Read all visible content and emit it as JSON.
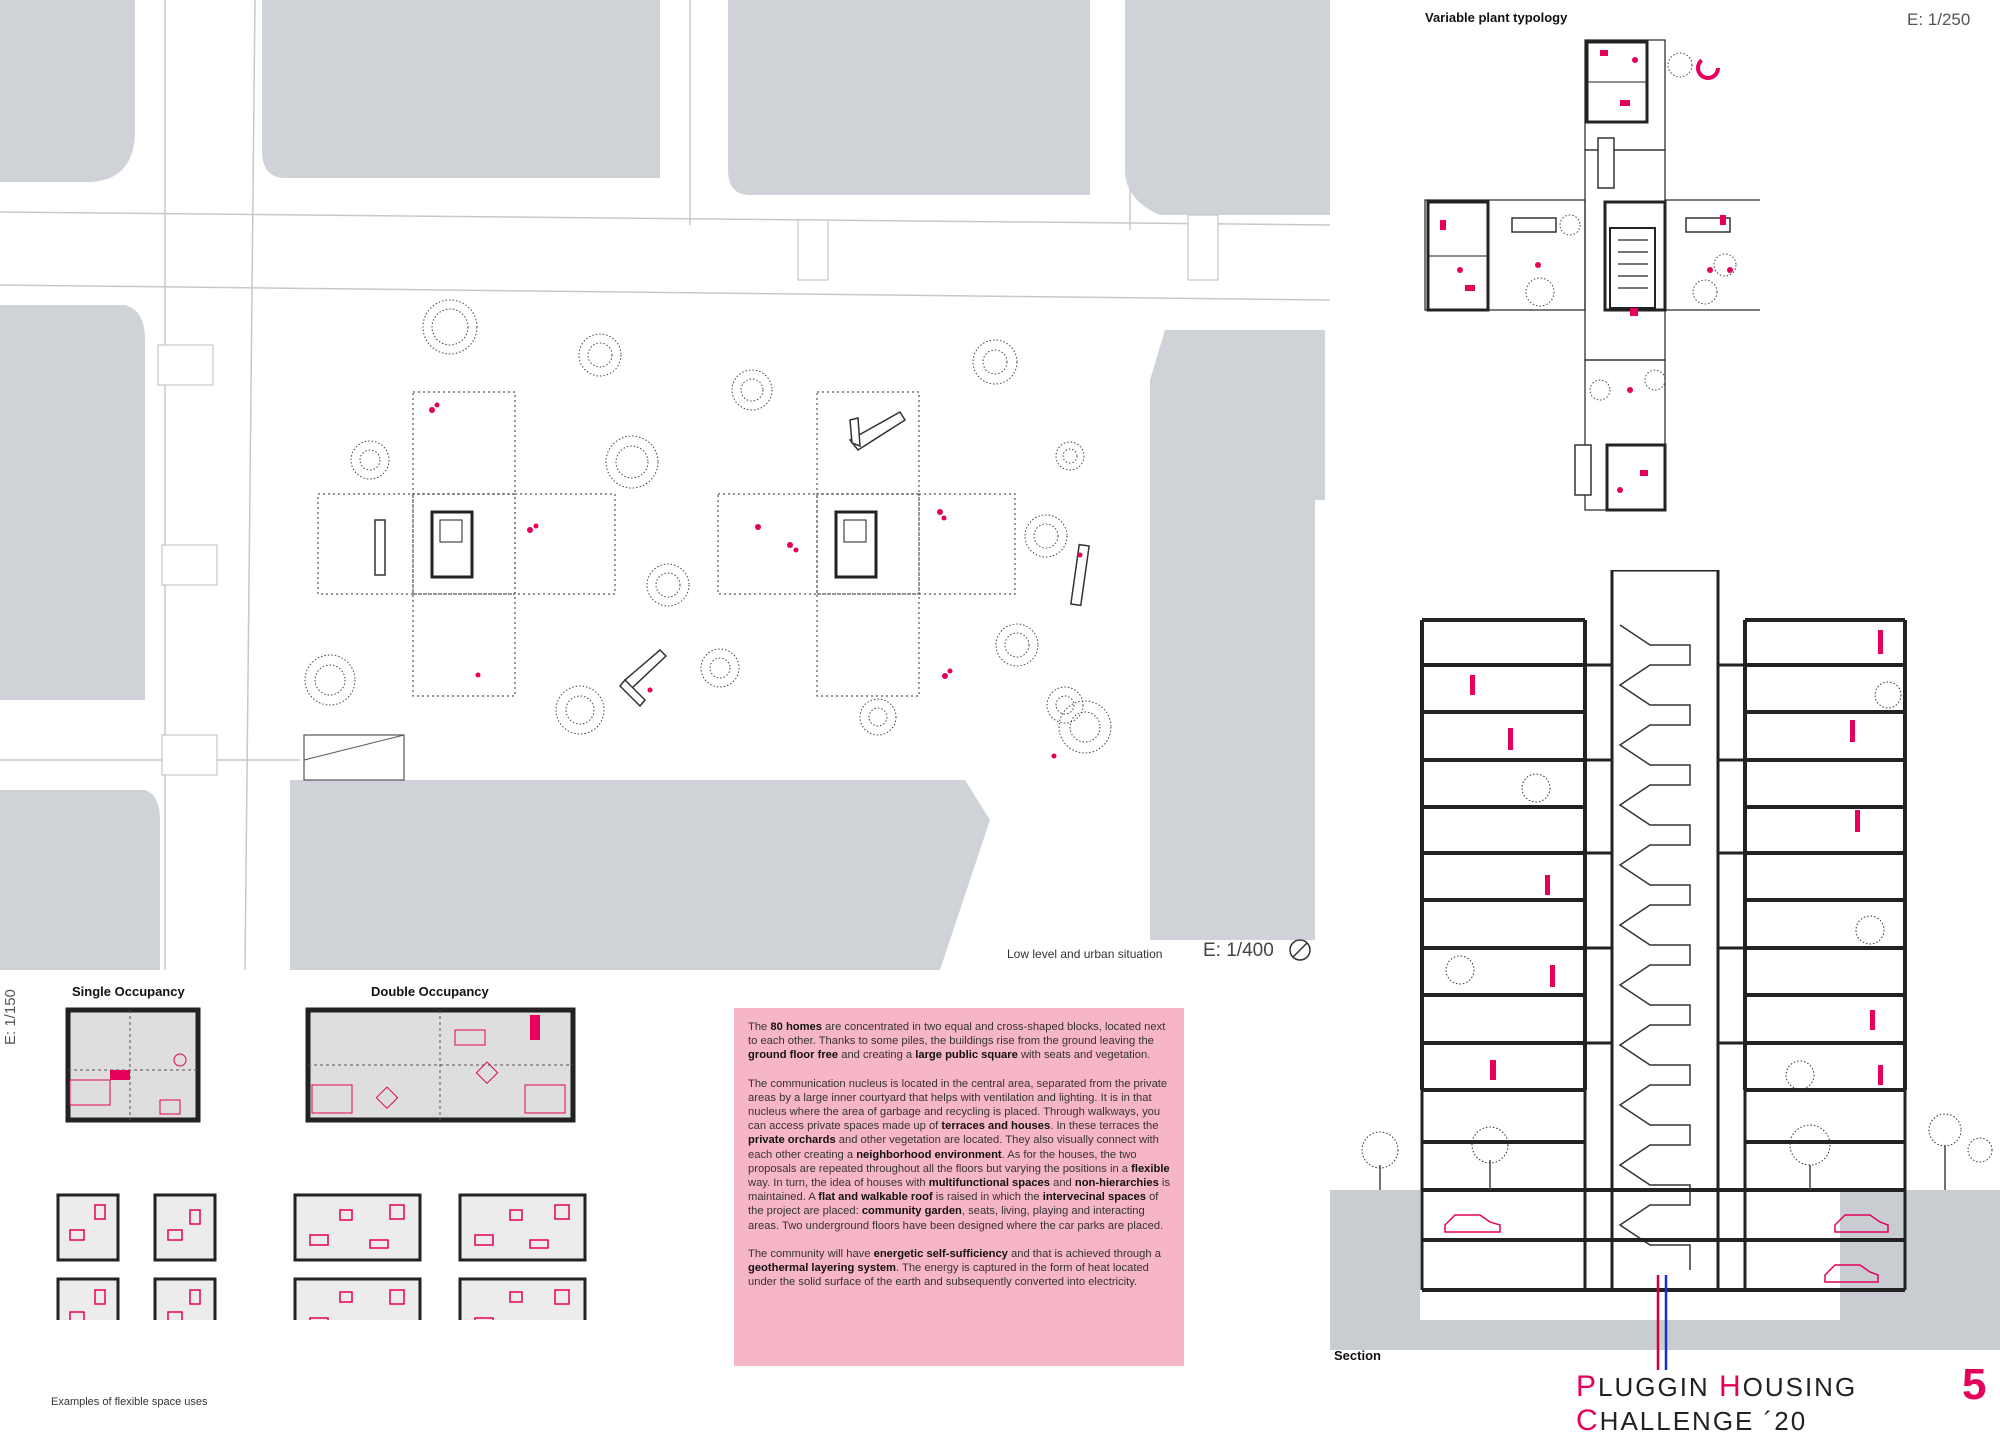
{
  "scales": {
    "site": "E: 1/400",
    "plant": "E: 1/250",
    "units": "E: 1/150"
  },
  "labels": {
    "site_caption": "Low level and urban situation",
    "plant_title": "Variable plant typology",
    "single": "Single Occupancy",
    "double": "Double Occupancy",
    "examples": "Examples of flexible space uses",
    "section": "Section"
  },
  "description": {
    "p1_a": "The ",
    "p1_b": "80 homes",
    "p1_c": " are concentrated in two equal and cross-shaped blocks, located next to each other. Thanks to some piles, the buildings rise from the ground leaving the ",
    "p1_d": "ground floor free",
    "p1_e": " and creating a ",
    "p1_f": "large public square",
    "p1_g": " with seats and vegetation.",
    "p2_a": "The communication nucleus is located in the central area, separated from the private areas by a large inner courtyard that helps with ventilation and lighting. It is in that nucleus where the area of garbage and recycling is placed. Through walkways, you can access private spaces made up of ",
    "p2_b": "terraces and houses",
    "p2_c": ". In these terraces the ",
    "p2_d": "private orchards",
    "p2_e": " and other vegetation are located. They also visually connect with each other creating a ",
    "p2_f": "neighborhood environment",
    "p2_g": ". As for the houses, the two proposals are repeated throughout all the floors but varying the positions in a ",
    "p2_h": "flexible",
    "p2_i": " way. In turn, the idea of houses with ",
    "p2_j": "multifunctional spaces",
    "p2_k": " and ",
    "p2_l": "non-hierarchies",
    "p2_m": " is maintained. A ",
    "p2_n": "flat and walkable roof",
    "p2_o": " is raised in which the ",
    "p2_p": "intervecinal spaces",
    "p2_q": " of the project are placed: ",
    "p2_r": "community garden",
    "p2_s": ", seats, living, playing and interacting areas. Two underground floors have been designed where the car parks are placed.",
    "p3_a": "The community will have ",
    "p3_b": "energetic self-sufficiency",
    "p3_c": " and that is achieved through a ",
    "p3_d": "geothermal layering system",
    "p3_e": ". The energy is captured in the form of heat located under the solid surface of the earth and subsequently converted into electricity."
  },
  "footer": {
    "p": "P",
    "p_rest": "LUGGIN ",
    "h": "H",
    "h_rest": "OUSING ",
    "c": "C",
    "c_rest": "HALLENGE ´20",
    "number": "5"
  },
  "colors": {
    "accent": "#e6005a",
    "building": "#cfd3d8",
    "box": "#f7b6c8"
  }
}
